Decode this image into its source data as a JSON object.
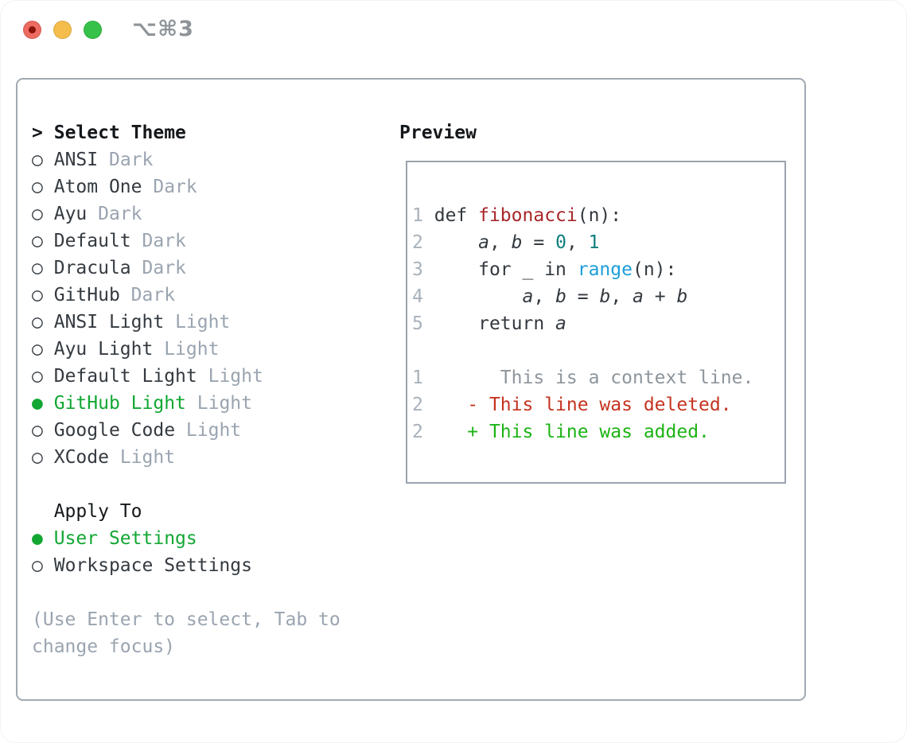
{
  "window": {
    "title": "⌥⌘3",
    "buttons": [
      "close",
      "minimize",
      "zoom"
    ]
  },
  "colors": {
    "green": "#12a733",
    "added-green": "#1db315",
    "deleted-red": "#c53420",
    "func-red": "#a8262a",
    "num-teal": "#0f7e7d",
    "builtin-blue": "#1b9ed9",
    "code-plain": "#33393f",
    "text-dark": "#343a40",
    "heading": "#15181b",
    "muted": "#9aa4b0",
    "linenum": "#a8b1bb",
    "context-gray": "#8e959c",
    "panel-border": "#a0a9b2",
    "box-border": "#9aa3ad",
    "title-gray": "#8f9499",
    "btn-red": "#ed6b60",
    "btn-red-dot": "#871309",
    "btn-yellow": "#f5bd4b",
    "btn-green": "#36c24a"
  },
  "theme_panel": {
    "header_marker": ">",
    "header": "Select Theme",
    "unselected_marker": "○",
    "selected_marker": "●",
    "themes": [
      {
        "name": "ANSI",
        "variant": "Dark",
        "selected": false
      },
      {
        "name": "Atom One",
        "variant": "Dark",
        "selected": false
      },
      {
        "name": "Ayu",
        "variant": "Dark",
        "selected": false
      },
      {
        "name": "Default",
        "variant": "Dark",
        "selected": false
      },
      {
        "name": "Dracula",
        "variant": "Dark",
        "selected": false
      },
      {
        "name": "GitHub",
        "variant": "Dark",
        "selected": false
      },
      {
        "name": "ANSI Light",
        "variant": "Light",
        "selected": false
      },
      {
        "name": "Ayu Light",
        "variant": "Light",
        "selected": false
      },
      {
        "name": "Default Light",
        "variant": "Light",
        "selected": false
      },
      {
        "name": "GitHub Light",
        "variant": "Light",
        "selected": true
      },
      {
        "name": "Google Code",
        "variant": "Light",
        "selected": false
      },
      {
        "name": "XCode",
        "variant": "Light",
        "selected": false
      }
    ],
    "apply_to": {
      "header": "Apply To",
      "options": [
        {
          "label": "User Settings",
          "selected": true
        },
        {
          "label": "Workspace Settings",
          "selected": false
        }
      ]
    },
    "help_lines": [
      "(Use Enter to select, Tab to",
      "change focus)"
    ]
  },
  "preview": {
    "header": "Preview",
    "code_lines": [
      {
        "num": "1",
        "segments": [
          {
            "text": "def ",
            "style": "plain"
          },
          {
            "text": "fibonacci",
            "style": "function"
          },
          {
            "text": "(n):",
            "style": "plain"
          }
        ]
      },
      {
        "num": "2",
        "segments": [
          {
            "text": "    ",
            "style": "plain"
          },
          {
            "text": "a",
            "style": "var"
          },
          {
            "text": ", ",
            "style": "plain"
          },
          {
            "text": "b",
            "style": "var"
          },
          {
            "text": " = ",
            "style": "plain"
          },
          {
            "text": "0",
            "style": "number"
          },
          {
            "text": ", ",
            "style": "plain"
          },
          {
            "text": "1",
            "style": "number"
          }
        ]
      },
      {
        "num": "3",
        "segments": [
          {
            "text": "    for _ in ",
            "style": "plain"
          },
          {
            "text": "range",
            "style": "builtin"
          },
          {
            "text": "(n):",
            "style": "plain"
          }
        ]
      },
      {
        "num": "4",
        "segments": [
          {
            "text": "        ",
            "style": "plain"
          },
          {
            "text": "a",
            "style": "var"
          },
          {
            "text": ", ",
            "style": "plain"
          },
          {
            "text": "b",
            "style": "var"
          },
          {
            "text": " = ",
            "style": "plain"
          },
          {
            "text": "b",
            "style": "var"
          },
          {
            "text": ", ",
            "style": "plain"
          },
          {
            "text": "a",
            "style": "var"
          },
          {
            "text": " + ",
            "style": "plain"
          },
          {
            "text": "b",
            "style": "var"
          }
        ]
      },
      {
        "num": "5",
        "segments": [
          {
            "text": "    return ",
            "style": "plain"
          },
          {
            "text": "a",
            "style": "var"
          }
        ]
      }
    ],
    "diff_lines": [
      {
        "num": "1",
        "type": "context",
        "text": "      This is a context line."
      },
      {
        "num": "2",
        "type": "deleted",
        "text": "   - This line was deleted."
      },
      {
        "num": "2",
        "type": "added",
        "text": "   + This line was added."
      }
    ]
  }
}
